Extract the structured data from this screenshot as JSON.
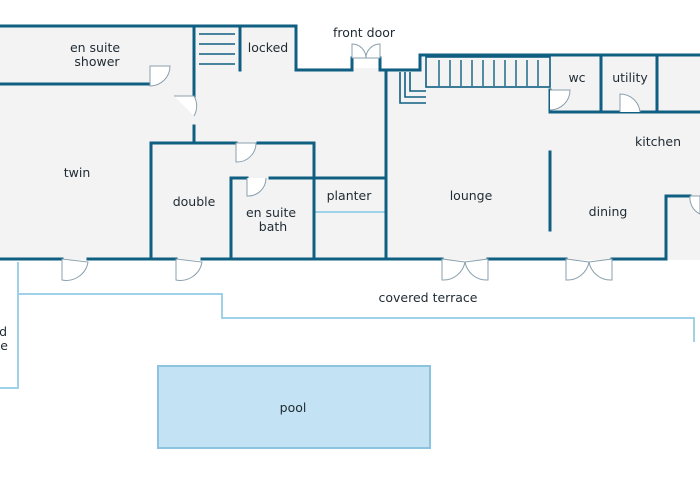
{
  "rooms": {
    "en_suite_shower": [
      "en suite",
      "shower"
    ],
    "locked": "locked",
    "front_door": "front door",
    "wc": "wc",
    "utility": "utility",
    "kitchen": "kitchen",
    "twin": "twin",
    "double": "double",
    "en_suite_bath": [
      "en suite",
      "bath"
    ],
    "planter": "planter",
    "lounge": "lounge",
    "dining": "dining",
    "covered_terrace": "covered terrace",
    "covered_terrace_left": [
      "ed",
      "e"
    ],
    "pool": "pool"
  },
  "colors": {
    "wall": "#0f5f82",
    "floor": "#f3f3f3",
    "terrace_line": "#9fd2e8",
    "pool_fill": "#c3e2f3",
    "pool_stroke": "#8cc4e0"
  }
}
